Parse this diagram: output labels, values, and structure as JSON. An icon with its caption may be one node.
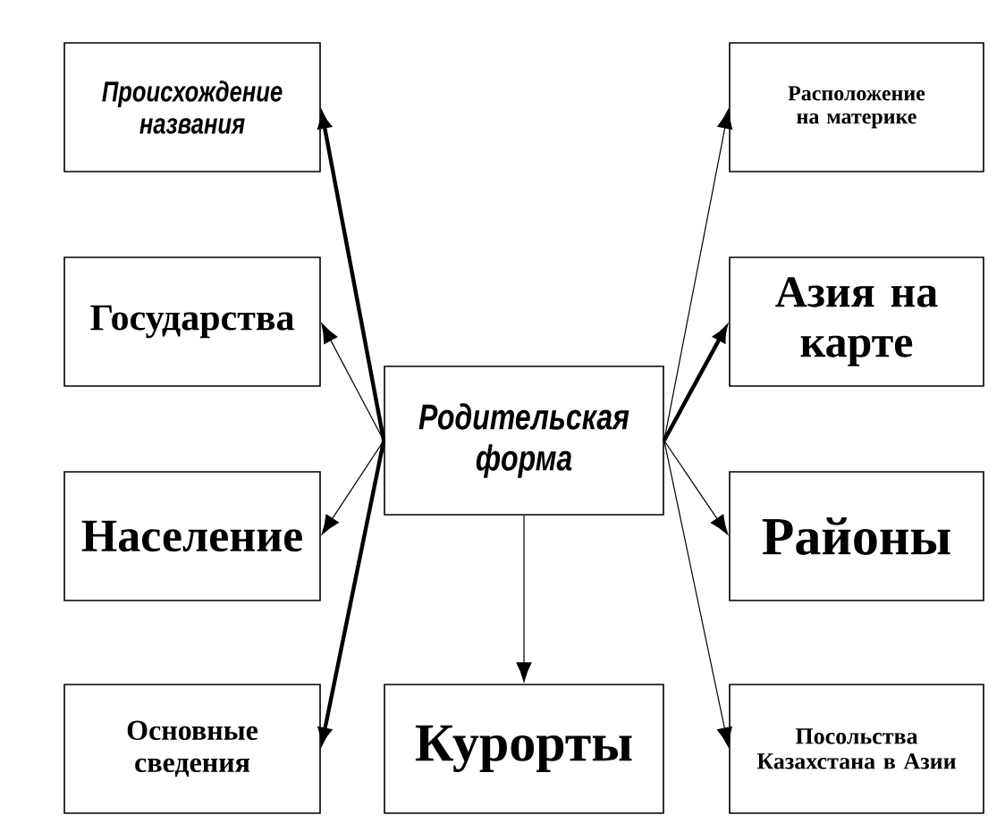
{
  "diagram": {
    "nodes": [
      {
        "text": [
          "Родительская форма"
        ]
      },
      {
        "text": [
          "Происхождение названия"
        ]
      },
      {
        "text": [
          "Государства"
        ]
      },
      {
        "text": [
          "Население"
        ]
      },
      {
        "text": [
          "Основные сведения"
        ]
      },
      {
        "text": [
          "Курорты"
        ]
      },
      {
        "text": [
          "Расположение на материке"
        ]
      },
      {
        "text": [
          "Азия на карте"
        ]
      },
      {
        "text": [
          "Районы"
        ]
      },
      {
        "text": [
          "Посольства Казахстана в Азии"
        ]
      }
    ],
    "edges": [
      {
        "from": 0,
        "to": 1,
        "arrow": "to",
        "style": "thick"
      },
      {
        "from": 0,
        "to": 2,
        "arrow": "to"
      },
      {
        "from": 0,
        "to": 3,
        "arrow": "to"
      },
      {
        "from": 0,
        "to": 4,
        "arrow": "to",
        "style": "thick"
      },
      {
        "from": 0,
        "to": 5,
        "arrow": "to"
      },
      {
        "from": 0,
        "to": 6,
        "arrow": "to"
      },
      {
        "from": 0,
        "to": 7,
        "arrow": "to",
        "style": "thick"
      },
      {
        "from": 0,
        "to": 8,
        "arrow": "to"
      },
      {
        "from": 0,
        "to": 9,
        "arrow": "to"
      }
    ]
  }
}
